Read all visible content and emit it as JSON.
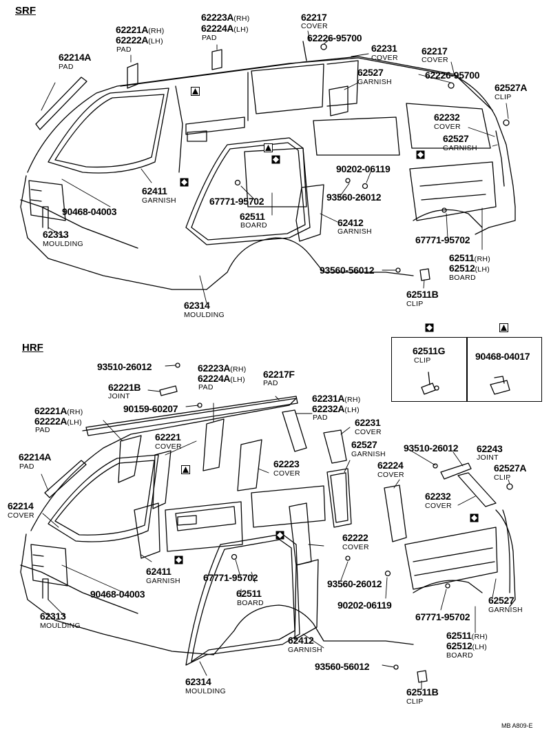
{
  "sections": {
    "srf": "SRF",
    "hrf": "HRF"
  },
  "srf_callouts": [
    {
      "id": "62221A(RH)",
      "pn": "62221A",
      "sfx": "(RH)"
    },
    {
      "id": "62222A(LH)",
      "pn": "62222A",
      "sfx": "(LH)"
    },
    {
      "id": "pad-1",
      "name": "PAD"
    },
    {
      "id": "62223A(RH)",
      "pn": "62223A",
      "sfx": "(RH)"
    },
    {
      "id": "62224A(LH)",
      "pn": "62224A",
      "sfx": "(LH)"
    },
    {
      "id": "pad-2",
      "name": "PAD"
    },
    {
      "id": "62217a",
      "pn": "62217",
      "name": "COVER"
    },
    {
      "id": "62226-95700a",
      "pn": "62226-95700"
    },
    {
      "id": "62231",
      "pn": "62231",
      "name": "COVER"
    },
    {
      "id": "62217b",
      "pn": "62217",
      "name": "COVER"
    },
    {
      "id": "62226-95700b",
      "pn": "62226-95700"
    },
    {
      "id": "62214A",
      "pn": "62214A",
      "name": "PAD"
    },
    {
      "id": "62527a",
      "pn": "62527",
      "name": "GARNISH"
    },
    {
      "id": "62527A",
      "pn": "62527A",
      "name": "CLIP"
    },
    {
      "id": "62232",
      "pn": "62232",
      "name": "COVER"
    },
    {
      "id": "62527b",
      "pn": "62527",
      "name": "GARNISH"
    },
    {
      "id": "90202-06119",
      "pn": "90202-06119"
    },
    {
      "id": "62411",
      "pn": "62411",
      "name": "GARNISH"
    },
    {
      "id": "67771-95702a",
      "pn": "67771-95702"
    },
    {
      "id": "93560-26012",
      "pn": "93560-26012"
    },
    {
      "id": "90468-04003",
      "pn": "90468-04003"
    },
    {
      "id": "62511",
      "pn": "62511",
      "name": "BOARD"
    },
    {
      "id": "62412",
      "pn": "62412",
      "name": "GARNISH"
    },
    {
      "id": "62313",
      "pn": "62313",
      "name": "MOULDING"
    },
    {
      "id": "67771-95702b",
      "pn": "67771-95702"
    },
    {
      "id": "62511(RH)",
      "pn": "62511",
      "sfx": "(RH)"
    },
    {
      "id": "62512(LH)",
      "pn": "62512",
      "sfx": "(LH)",
      "name": "BOARD"
    },
    {
      "id": "93560-56012",
      "pn": "93560-56012"
    },
    {
      "id": "62511B",
      "pn": "62511B",
      "name": "CLIP"
    },
    {
      "id": "62314",
      "pn": "62314",
      "name": "MOULDING"
    }
  ],
  "legend": {
    "left": {
      "symbol": "diamond-symbol",
      "pn": "62511G",
      "name": "CLIP"
    },
    "right": {
      "symbol": "triangle-symbol",
      "pn": "90468-04017"
    }
  },
  "hrf_callouts": [
    {
      "id": "93510-26012a",
      "pn": "93510-26012"
    },
    {
      "id": "62223A(RH)h",
      "pn": "62223A",
      "sfx": "(RH)"
    },
    {
      "id": "62224A(LH)h",
      "pn": "62224A",
      "sfx": "(LH)",
      "name": "PAD"
    },
    {
      "id": "62217F",
      "pn": "62217F",
      "name": "PAD"
    },
    {
      "id": "62221B",
      "pn": "62221B",
      "name": "JOINT"
    },
    {
      "id": "90159-60207",
      "pn": "90159-60207"
    },
    {
      "id": "62231A(RH)",
      "pn": "62231A",
      "sfx": "(RH)"
    },
    {
      "id": "62232A(LH)",
      "pn": "62232A",
      "sfx": "(LH)",
      "name": "PAD"
    },
    {
      "id": "62221A(RH)h",
      "pn": "62221A",
      "sfx": "(RH)"
    },
    {
      "id": "62222A(LH)h",
      "pn": "62222A",
      "sfx": "(LH)",
      "name": "PAD"
    },
    {
      "id": "62231h",
      "pn": "62231",
      "name": "COVER"
    },
    {
      "id": "62221h",
      "pn": "62221",
      "name": "COVER"
    },
    {
      "id": "93510-26012b",
      "pn": "93510-26012"
    },
    {
      "id": "62243",
      "pn": "62243",
      "name": "JOINT"
    },
    {
      "id": "62527h",
      "pn": "62527",
      "name": "GARNISH"
    },
    {
      "id": "62214A-h",
      "pn": "62214A",
      "name": "PAD"
    },
    {
      "id": "62223",
      "pn": "62223",
      "name": "COVER"
    },
    {
      "id": "62224",
      "pn": "62224",
      "name": "COVER"
    },
    {
      "id": "62527A-h",
      "pn": "62527A",
      "name": "CLIP"
    },
    {
      "id": "62232h",
      "pn": "62232",
      "name": "COVER"
    },
    {
      "id": "62214",
      "pn": "62214",
      "name": "COVER"
    },
    {
      "id": "62222",
      "pn": "62222",
      "name": "COVER"
    },
    {
      "id": "62411h",
      "pn": "62411",
      "name": "GARNISH"
    },
    {
      "id": "67771-95702c",
      "pn": "67771-95702"
    },
    {
      "id": "93560-26012h",
      "pn": "93560-26012"
    },
    {
      "id": "90468-04003h",
      "pn": "90468-04003"
    },
    {
      "id": "62511h",
      "pn": "62511",
      "name": "BOARD"
    },
    {
      "id": "90202-06119h",
      "pn": "90202-06119"
    },
    {
      "id": "62313h",
      "pn": "62313",
      "name": "MOULDING"
    },
    {
      "id": "67771-95702d",
      "pn": "67771-95702"
    },
    {
      "id": "62527h2",
      "pn": "62527",
      "name": "GARNISH"
    },
    {
      "id": "62412h",
      "pn": "62412",
      "name": "GARNISH"
    },
    {
      "id": "62511(RH)h",
      "pn": "62511",
      "sfx": "(RH)"
    },
    {
      "id": "62512(LH)h",
      "pn": "62512",
      "sfx": "(LH)",
      "name": "BOARD"
    },
    {
      "id": "93560-56012h",
      "pn": "93560-56012"
    },
    {
      "id": "62314h",
      "pn": "62314",
      "name": "MOULDING"
    },
    {
      "id": "62511B-h",
      "pn": "62511B",
      "name": "CLIP"
    }
  ],
  "footer": "MB  A809-E"
}
